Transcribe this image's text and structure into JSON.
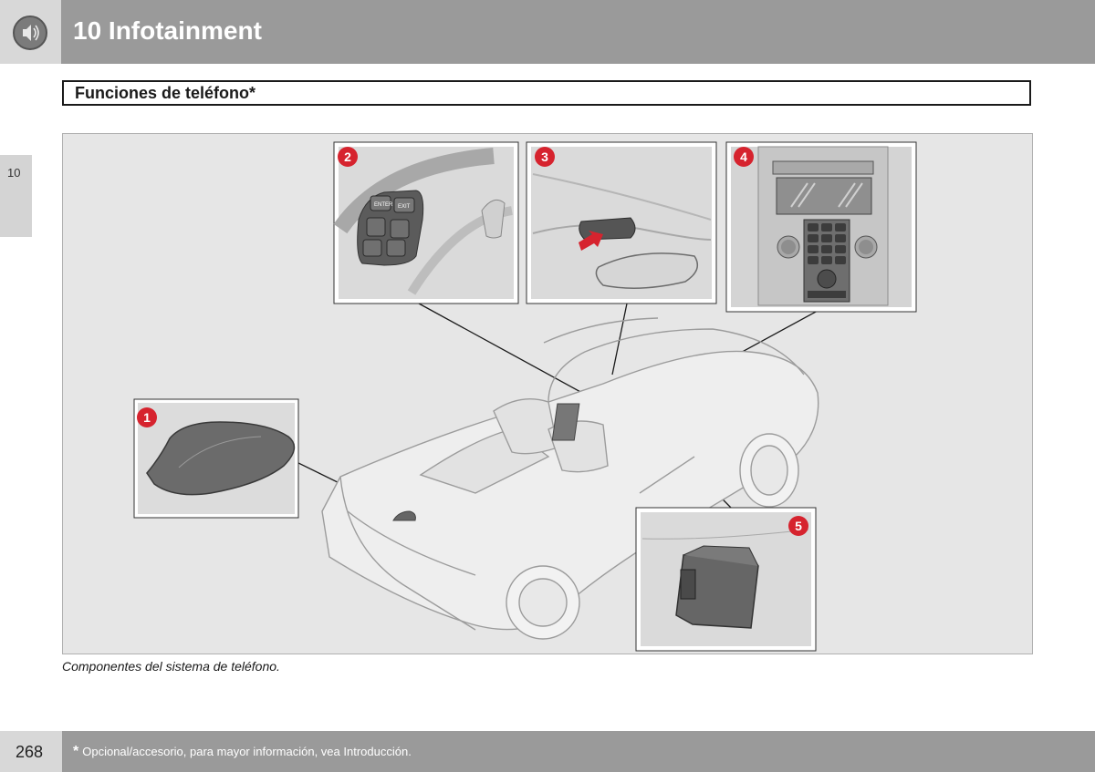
{
  "header": {
    "chapter_title": "10 Infotainment",
    "icon": "speaker-icon"
  },
  "section": {
    "title": "Funciones de teléfono*"
  },
  "chapter_tab": {
    "label": "10"
  },
  "figure": {
    "callouts": [
      "1",
      "2",
      "3",
      "4",
      "5"
    ],
    "image_id": "G045187",
    "steering_buttons": {
      "enter": "ENTER",
      "exit": "EXIT"
    },
    "callout_color": "#d6232e"
  },
  "caption": "Componentes del sistema de teléfono.",
  "footer": {
    "page_number": "268",
    "footnote_mark": "*",
    "footnote": "Opcional/accesorio, para mayor información, vea Introducción."
  }
}
